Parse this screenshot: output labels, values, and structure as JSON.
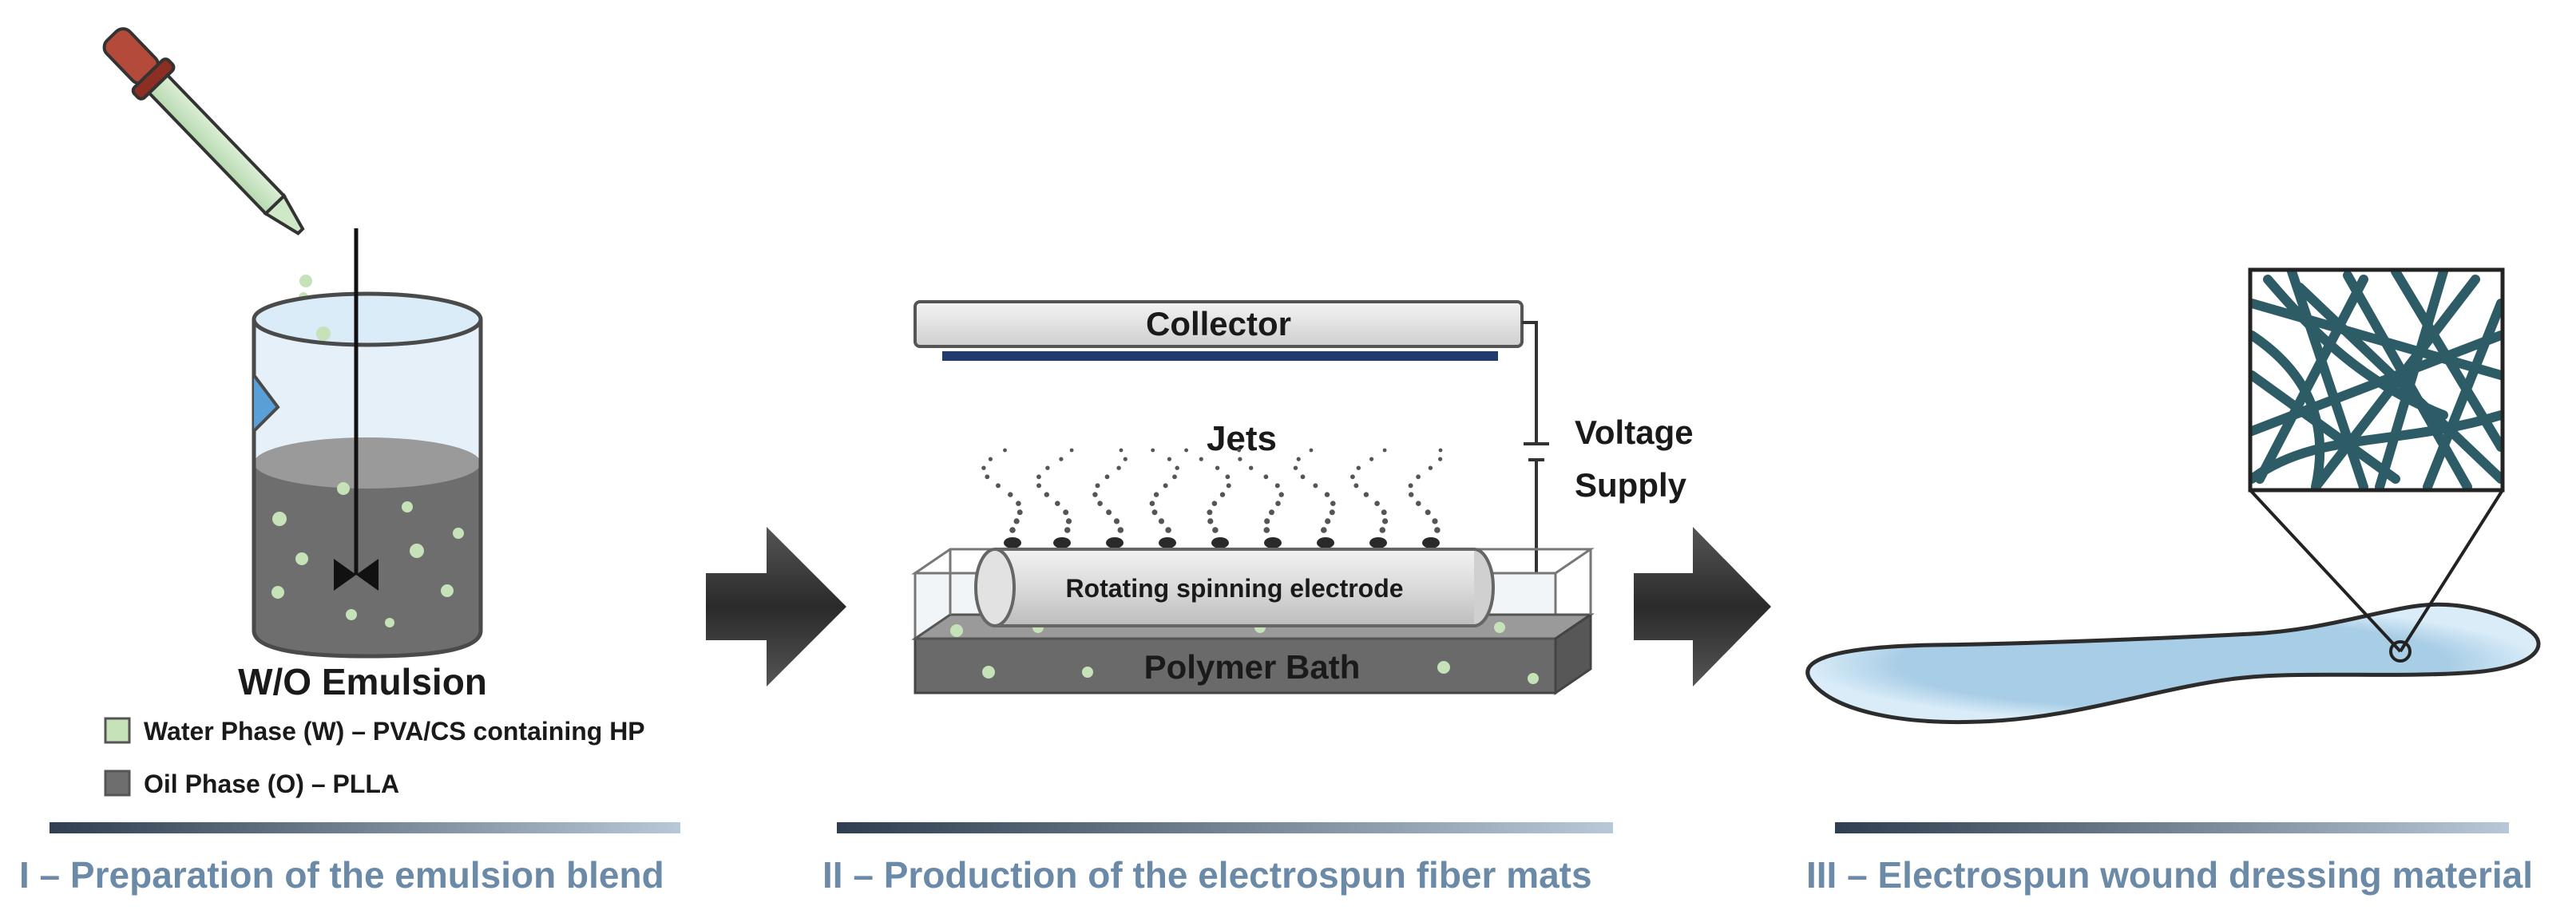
{
  "panel1": {
    "emulsion_label": "W/O Emulsion",
    "legend": [
      {
        "text": "Water Phase (W) – PVA/CS containing HP",
        "color": "#c6e2b8"
      },
      {
        "text": "Oil Phase (O) – PLLA",
        "color": "#6e6e6e"
      }
    ],
    "stage_title": "I – Preparation of the emulsion blend"
  },
  "panel2": {
    "collector": "Collector",
    "jets": "Jets",
    "voltage_supply": [
      "Voltage",
      "Supply"
    ],
    "electrode": "Rotating spinning electrode",
    "polymer_bath": "Polymer Bath",
    "stage_title": "II – Production of the electrospun fiber mats"
  },
  "panel3": {
    "stage_title": "III – Electrospun wound dressing material"
  },
  "colors": {
    "stage_title": "#6b8aa8",
    "water_phase": "#c6e2b8",
    "oil_phase": "#6e6e6e",
    "fiber": "#2d5c66",
    "dressing": "#a8cde6",
    "arrow": "#3a3a3a"
  }
}
